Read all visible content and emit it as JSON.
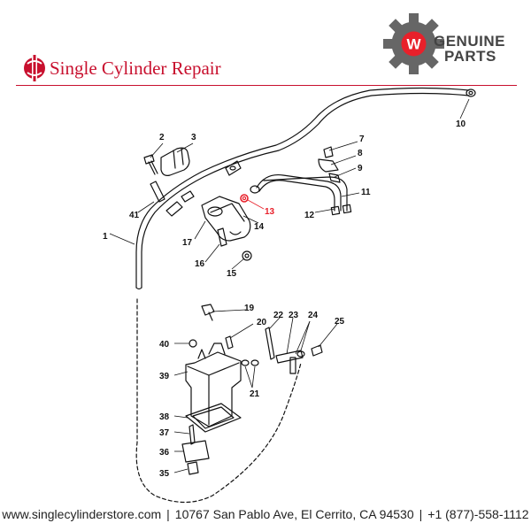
{
  "header": {
    "brand_name": "Single Cylinder Repair",
    "badge_line1": "GENUINE",
    "badge_line2": "PARTS",
    "badge_letter": "W"
  },
  "footer": {
    "website": "www.singlecylinderstore.com",
    "address": "10767 San Pablo Ave, El Cerrito, CA 94530",
    "phone": "+1 (877)-558-1112",
    "separator": "|"
  },
  "diagram": {
    "highlight_color": "#e8202a",
    "callouts": {
      "c1": "1",
      "c2": "2",
      "c3": "3",
      "c7": "7",
      "c8": "8",
      "c9": "9",
      "c10": "10",
      "c11": "11",
      "c12": "12",
      "c13": "13",
      "c14": "14",
      "c15": "15",
      "c16": "16",
      "c17": "17",
      "c19": "19",
      "c20": "20",
      "c21": "21",
      "c22": "22",
      "c23": "23",
      "c24": "24",
      "c25": "25",
      "c35": "35",
      "c36": "36",
      "c37": "37",
      "c38": "38",
      "c39": "39",
      "c40": "40",
      "c41": "41"
    }
  }
}
